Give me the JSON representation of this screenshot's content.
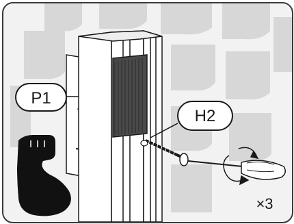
{
  "callouts": {
    "part_label": "P1",
    "screw_label": "H2"
  },
  "panel": {
    "label": "P1"
  },
  "quantity": "×3",
  "icons": {
    "strength": "flexed-arm-icon",
    "rotation": "clockwise-rotation-icon",
    "screwdriver": "screwdriver-icon",
    "up_arrow": "up-arrow-icon"
  },
  "colors": {
    "outline": "#1a1a1a",
    "background": "#f2f2f2",
    "tile": "#d6d6d6",
    "rail": "#ffffff",
    "insert": "#4a4a4a",
    "arrow": "#7a7a7a"
  }
}
